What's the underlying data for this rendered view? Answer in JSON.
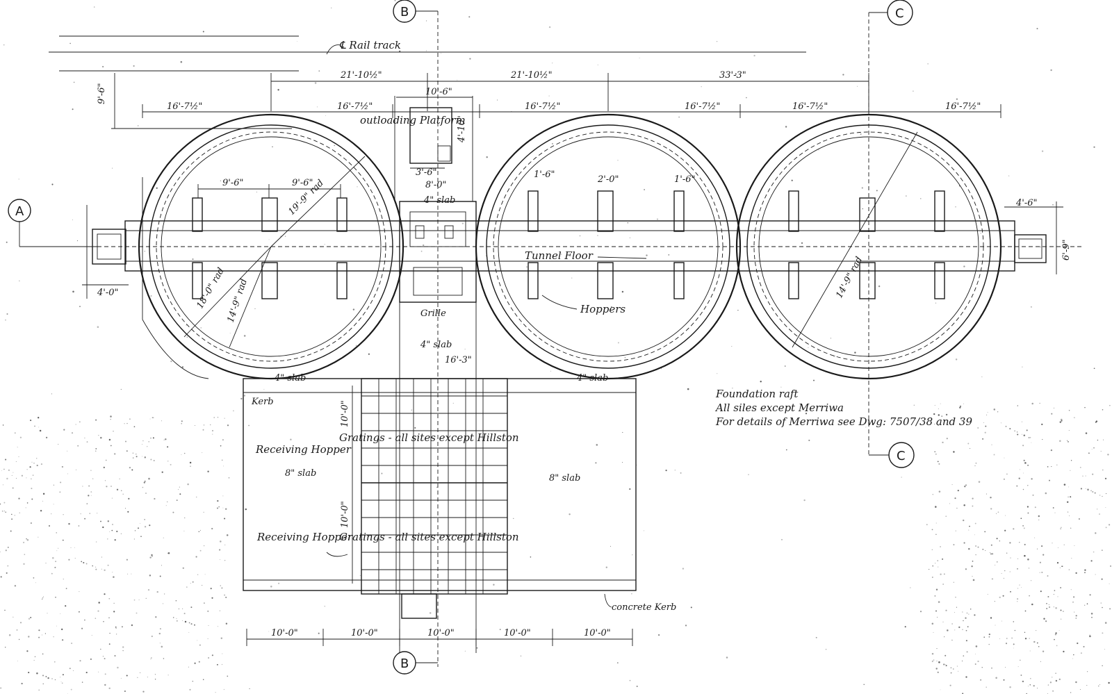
{
  "title_block": {
    "rail_label": "℄ Rail track"
  },
  "section_markers": {
    "a_left": "A",
    "b_top": "B",
    "b_bottom": "B",
    "c_top": "C",
    "c_bottom": "C"
  },
  "dimensions": {
    "top_span_1": "21'-10½\"",
    "top_span_2": "21'-10½\"",
    "top_span_3": "33'-3\"",
    "half_1": "16'-7½\"",
    "half_2": "16'-7½\"",
    "half_3": "16'-7½\"",
    "half_4": "16'-7½\"",
    "half_5": "16'-7½\"",
    "half_6": "16'-7½\"",
    "left_vertical": "9'-6\"",
    "platform_width": "10'-6\"",
    "platform_height": "4'-10\"",
    "stair_width": "3'-6\"",
    "tunnel_width": "8'-0\"",
    "hopper_spacing_1": "9'-6\"",
    "hopper_spacing_2": "9'-6\"",
    "radius_outer": "19'-9\" rad",
    "radius_inner": "14'-9\" rad",
    "radius_ext": "18'-0\" rad",
    "rad_right": "14'-9\" rad",
    "center_pit": "16'-3\"",
    "hopper_len_1": "10'-0\"",
    "hopper_len_2": "10'-0\"",
    "bottom_1": "10'-0\"",
    "bottom_2": "10'-0\"",
    "bottom_3": "10'-0\"",
    "bottom_4": "10'-0\"",
    "bottom_5": "10'-0\"",
    "end_left": "4'-0\"",
    "end_right": "4'-6\"",
    "end_right_v": "6'-9\"",
    "rib_1": "1'-6\"",
    "rib_2": "2'-0\"",
    "rib_3": "1'-6\""
  },
  "labels": {
    "outloading_platform": "outloading Platform",
    "tunnel_floor": "Tunnel Floor",
    "hoppers": "Hoppers",
    "grille": "Grille",
    "slab_4_a": "4\" slab",
    "slab_4_b": "4\" slab",
    "slab_4_c": "4\" slab",
    "slab_4_d": "4\" slab",
    "slab_8_left": "8\" slab",
    "slab_8_right": "8\" slab",
    "kerb": "Kerb",
    "concrete_kerb": "concrete Kerb",
    "receiving_hopper_1": "Receiving Hopper",
    "gratings_1": "Gratings - all sites except Hillston",
    "receiving_hopper_2": "Receiving Hopper",
    "gratings_2": "Gratings - all sites except Hillston"
  },
  "foundation_note": {
    "line1": "Foundation raft",
    "line2": "All siles except Merriwa",
    "line3": "For details of Merriwa see Dwg: 7507/38 and 39"
  },
  "drawing_style": {
    "ink_color": "#1a1a1a",
    "paper_color": "#ffffff"
  }
}
